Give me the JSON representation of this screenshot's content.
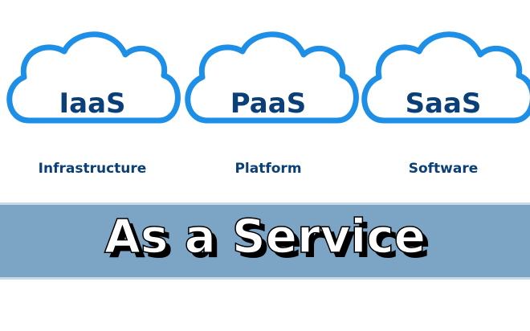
{
  "colors": {
    "cloud_stroke": "#1e8fe6",
    "cloud_label": "#0a3f78",
    "banner_fill": "#7ca4c4",
    "banner_text": "#ffffff",
    "banner_text_shadow": "#000000"
  },
  "clouds": [
    {
      "label": "IaaS",
      "caption": "Infrastructure",
      "icon": "cloud-icon"
    },
    {
      "label": "PaaS",
      "caption": "Platform",
      "icon": "cloud-icon"
    },
    {
      "label": "SaaS",
      "caption": "Software",
      "icon": "cloud-icon"
    }
  ],
  "banner": {
    "text": "As a Service"
  }
}
